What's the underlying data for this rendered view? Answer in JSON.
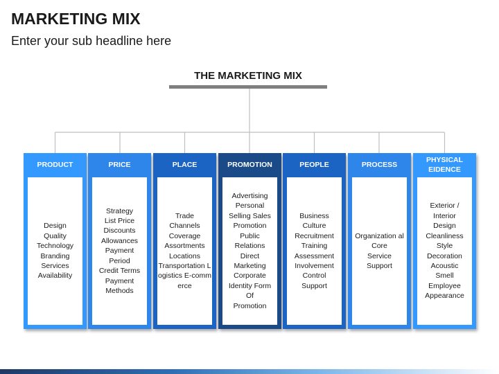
{
  "header": {
    "title": "MARKETING MIX",
    "subtitle": "Enter your sub headline here"
  },
  "diagram": {
    "root_label": "THE MARKETING MIX",
    "columns": [
      {
        "title": "PRODUCT",
        "items": "Design\nQuality\nTechnology\nBranding\nServices\nAvailability",
        "color": "#3399ff"
      },
      {
        "title": "PRICE",
        "items": "Strategy\nList Price\nDiscounts\nAllowances\nPayment\nPeriod\nCredit Terms\nPayment\nMethods",
        "color": "#2e86ea"
      },
      {
        "title": "PLACE",
        "items": "Trade\nChannels\nCoverage\nAssortments\nLocations\nTransportation Logistics E-commerce",
        "color": "#1c64c4"
      },
      {
        "title": "PROMOTION",
        "items": "Advertising\nPersonal\nSelling Sales\nPromotion\nPublic\nRelations\nDirect\nMarketing\nCorporate\nIdentity Form\nOf\nPromotion",
        "color": "#1a4a88"
      },
      {
        "title": "PEOPLE",
        "items": "Business\nCulture\nRecruitment\nTraining\nAssessment\nInvolvement\nControl\nSupport",
        "color": "#1c64c4"
      },
      {
        "title": "PROCESS",
        "items": "Organization al Core\nService\nSupport",
        "color": "#2e86ea"
      },
      {
        "title": "PHYSICAL\nEIDENCE",
        "items": "Exterior /\nInterior\nDesign\nCleanliness\nStyle\nDecoration\nAcoustic\nSmell\nEmployee\nAppearance",
        "color": "#3399ff"
      }
    ]
  },
  "colors": {
    "connector": "#bfbfbf",
    "root_bar": "#7f7f7f"
  }
}
